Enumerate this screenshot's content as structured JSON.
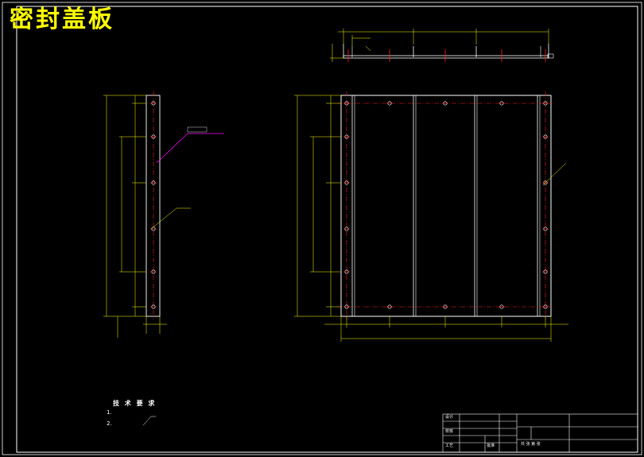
{
  "drawing_title": "密封盖板",
  "technical_requirements": {
    "heading": "技 术 要 求",
    "items": [
      "1.",
      "2."
    ]
  },
  "title_block": {
    "designer_label": "设计",
    "checker_label": "校核",
    "approve_label": "批准",
    "craft_label": "工艺",
    "sheet_label": "共  张  第  张"
  },
  "colors": {
    "background": "#000000",
    "frame": "#ffffff",
    "outline": "#ffffff",
    "dimension": "#ffff00",
    "centerline": "#ff2020",
    "leader": "#ff00ff",
    "title": "#ffff00"
  }
}
